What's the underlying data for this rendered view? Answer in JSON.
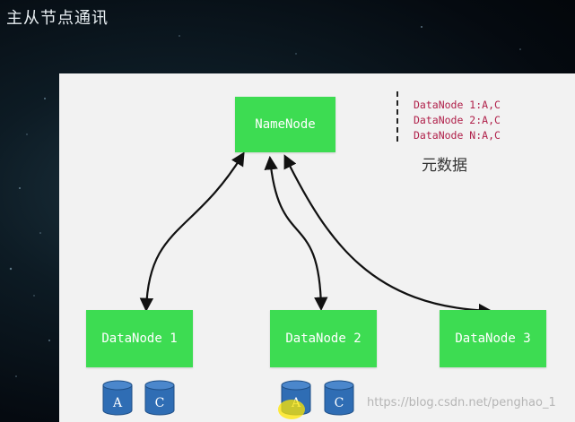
{
  "slide": {
    "title": "主从节点通讯"
  },
  "diagram": {
    "namenode": {
      "label": "NameNode"
    },
    "datanodes": [
      {
        "label": "DataNode 1"
      },
      {
        "label": "DataNode 2"
      },
      {
        "label": "DataNode 3"
      }
    ],
    "metadata": {
      "lines": [
        "DataNode 1:A,C",
        "DataNode 2:A,C",
        "DataNode N:A,C"
      ],
      "label": "元数据"
    },
    "blocks": {
      "dn1": [
        "A",
        "C"
      ],
      "dn2": [
        "A",
        "C"
      ]
    }
  },
  "watermark": "https://blog.csdn.net/penghao_1",
  "colors": {
    "node_fill": "#3ddc52",
    "block_fill": "#2f6db4",
    "metadata_text": "#b0204a",
    "canvas": "#f2f2f2"
  }
}
